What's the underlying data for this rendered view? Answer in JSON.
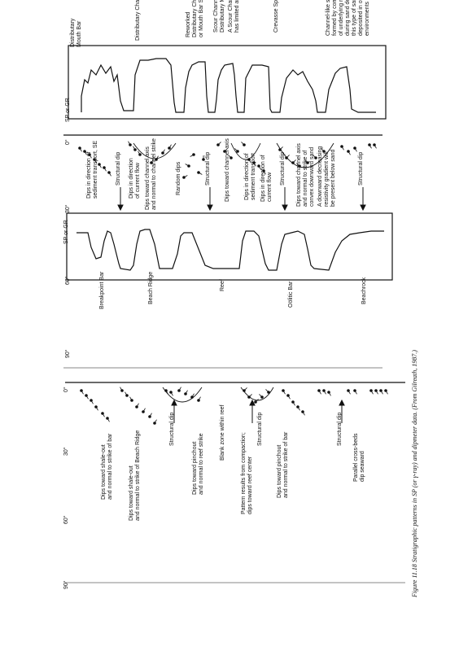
{
  "left_panel": {
    "log_label": "SP or GR",
    "scale": [
      "0°",
      "30°",
      "60°",
      "90°"
    ],
    "environments": [
      "Distributary\nMouth Bar",
      "Distributary Channel",
      "Reworked\nDistributary Channel\nor Mouth Bar Sand",
      "Scour Channel overlying\nDistributary Mouth Bar",
      "A Scour Channel usually\nhas limited areal extent",
      "Crevasse Splay",
      "Channel-like sand\nformed by compaction\nof underlying muds\nduring sand deposition;\nthis type of sand also\ndeposited in other\nenvironments"
    ],
    "annotations": [
      "Dips in direction of\nsediment transport, SE",
      "Structural dip",
      "Dips in direction\nof current flow",
      "Dips toward channel axis\nand normal to channel strike",
      "Random dips",
      "Structural dip",
      "Dips toward channel axis",
      "Dips in direction of\nsediment transport",
      "Dips in direction of\ncurrent flow",
      "Structural dip",
      "Dips toward channel axis\nand normal to strike of\nconvex downward sand",
      "A downward decreasing\nresistivity gradient will\nbe present below sand",
      "Structural dip"
    ]
  },
  "right_panel": {
    "log_label": "SP or GR",
    "scale": [
      "0°",
      "30°",
      "60°",
      "90°"
    ],
    "environments": [
      "Breakpoint Bar",
      "Beach Ridge",
      "Reef",
      "Oölitic Bar",
      "Beachrock"
    ],
    "annotations": [
      "Dips toward shale-out\nand normal to strike of bar",
      "Dips toward shale-out\nand normal to strike of Beach Ridge",
      "Structural dip",
      "Dips toward pinchout\nand normal to reef strike",
      "Blank zone within reef",
      "Pattern results from compaction;\ndips toward reef center",
      "Structural dip",
      "Dips toward pinchout\nand normal to strike of bar",
      "Structural dip",
      "Parallel cross-beds\ndip seaward"
    ]
  },
  "caption": "Figure 11.18  Stratigraphic patterns in SP (or γ-ray) and dipmeter data. (From Gilreath, 1987.)"
}
